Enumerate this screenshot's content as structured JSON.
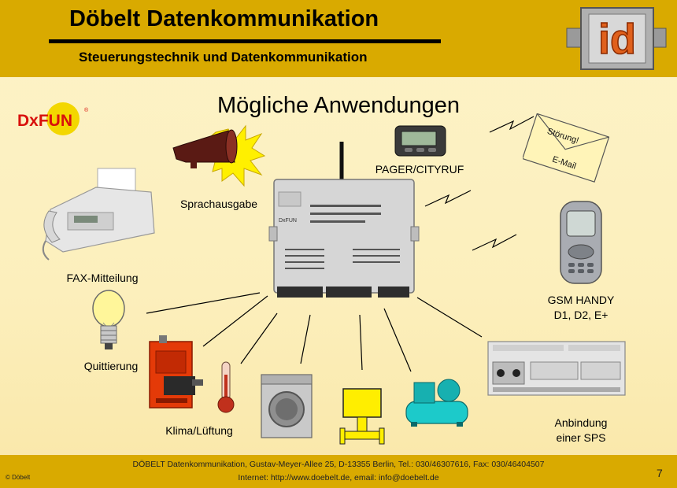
{
  "header": {
    "title": "Döbelt Datenkommunikation",
    "subtitle": "Steuerungstechnik und Datenkommunikation",
    "logo_text": "id"
  },
  "slide": {
    "heading": "Mögliche Anwendungen",
    "dxfun_logo": "DxFUN",
    "device_label": "DxFUN",
    "envelope_text_1": "Störung!",
    "envelope_text_2": "E-Mail",
    "labels": {
      "pager": "PAGER/CITYRUF",
      "speech": "Sprachausgabe",
      "fax": "FAX-Mitteilung",
      "gsm_line1": "GSM HANDY",
      "gsm_line2": "D1, D2, E+",
      "acknowledge": "Quittierung",
      "climate": "Klima/Lüftung",
      "sps_line1": "Anbindung",
      "sps_line2": "einer SPS"
    }
  },
  "footer": {
    "line1": "DÖBELT Datenkommunikation, Gustav-Meyer-Allee 25, D-13355 Berlin, Tel.: 030/46307616, Fax: 030/46404507",
    "line2": "Internet: http://www.doebelt.de, email: info@doebelt.de",
    "copyright": "© Döbelt",
    "page_number": "7"
  }
}
